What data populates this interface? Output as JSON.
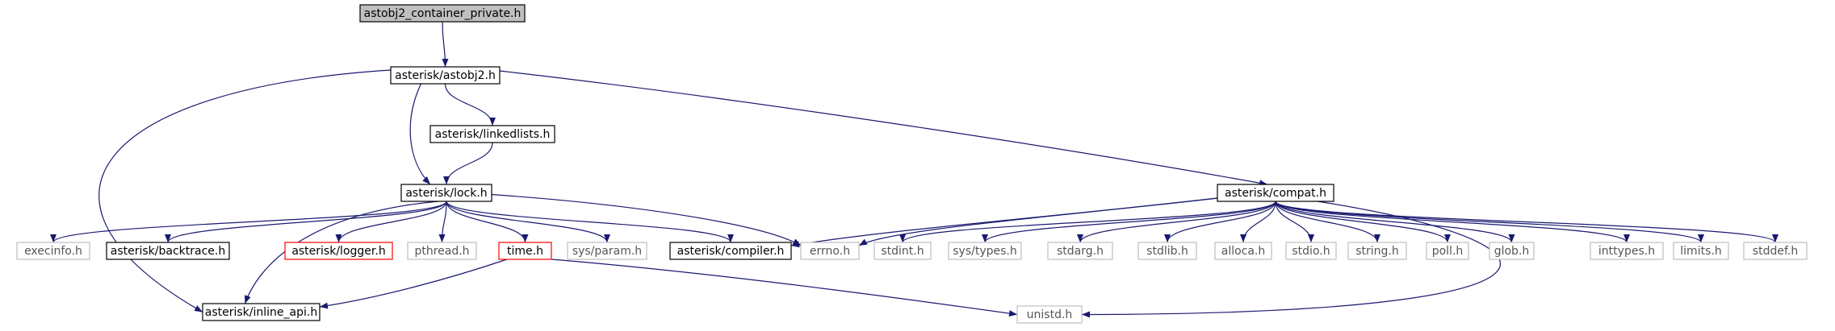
{
  "nodes": [
    {
      "id": "root",
      "label": "astobj2_container_private.h",
      "style": "root"
    },
    {
      "id": "astobj2",
      "label": "asterisk/astobj2.h",
      "style": "doc"
    },
    {
      "id": "linkedlists",
      "label": "asterisk/linkedlists.h",
      "style": "doc"
    },
    {
      "id": "lock",
      "label": "asterisk/lock.h",
      "style": "doc"
    },
    {
      "id": "compat",
      "label": "asterisk/compat.h",
      "style": "doc"
    },
    {
      "id": "execinfo",
      "label": "execinfo.h",
      "style": "system"
    },
    {
      "id": "backtrace",
      "label": "asterisk/backtrace.h",
      "style": "doc"
    },
    {
      "id": "logger",
      "label": "asterisk/logger.h",
      "style": "truncated"
    },
    {
      "id": "pthread",
      "label": "pthread.h",
      "style": "system"
    },
    {
      "id": "time",
      "label": "time.h",
      "style": "truncated"
    },
    {
      "id": "sysparam",
      "label": "sys/param.h",
      "style": "system"
    },
    {
      "id": "compiler",
      "label": "asterisk/compiler.h",
      "style": "doc"
    },
    {
      "id": "errno",
      "label": "errno.h",
      "style": "system"
    },
    {
      "id": "stdint",
      "label": "stdint.h",
      "style": "system"
    },
    {
      "id": "systypes",
      "label": "sys/types.h",
      "style": "system"
    },
    {
      "id": "stdarg",
      "label": "stdarg.h",
      "style": "system"
    },
    {
      "id": "stdlib",
      "label": "stdlib.h",
      "style": "system"
    },
    {
      "id": "alloca",
      "label": "alloca.h",
      "style": "system"
    },
    {
      "id": "stdio",
      "label": "stdio.h",
      "style": "system"
    },
    {
      "id": "string",
      "label": "string.h",
      "style": "system"
    },
    {
      "id": "poll",
      "label": "poll.h",
      "style": "system"
    },
    {
      "id": "glob",
      "label": "glob.h",
      "style": "system"
    },
    {
      "id": "inttypes",
      "label": "inttypes.h",
      "style": "system"
    },
    {
      "id": "limits",
      "label": "limits.h",
      "style": "system"
    },
    {
      "id": "stddef",
      "label": "stddef.h",
      "style": "system"
    },
    {
      "id": "inline_api",
      "label": "asterisk/inline_api.h",
      "style": "doc"
    },
    {
      "id": "unistd",
      "label": "unistd.h",
      "style": "system"
    }
  ],
  "edges": [
    [
      "root",
      "astobj2"
    ],
    [
      "astobj2",
      "linkedlists"
    ],
    [
      "astobj2",
      "lock"
    ],
    [
      "astobj2",
      "compat"
    ],
    [
      "astobj2",
      "inline_api"
    ],
    [
      "linkedlists",
      "lock"
    ],
    [
      "lock",
      "execinfo"
    ],
    [
      "lock",
      "backtrace"
    ],
    [
      "lock",
      "logger"
    ],
    [
      "lock",
      "pthread"
    ],
    [
      "lock",
      "time"
    ],
    [
      "lock",
      "sysparam"
    ],
    [
      "lock",
      "compiler"
    ],
    [
      "lock",
      "errno"
    ],
    [
      "lock",
      "inline_api"
    ],
    [
      "time",
      "inline_api"
    ],
    [
      "time",
      "unistd"
    ],
    [
      "compat",
      "compiler"
    ],
    [
      "compat",
      "errno"
    ],
    [
      "compat",
      "stdint"
    ],
    [
      "compat",
      "systypes"
    ],
    [
      "compat",
      "stdarg"
    ],
    [
      "compat",
      "stdlib"
    ],
    [
      "compat",
      "alloca"
    ],
    [
      "compat",
      "stdio"
    ],
    [
      "compat",
      "string"
    ],
    [
      "compat",
      "poll"
    ],
    [
      "compat",
      "glob"
    ],
    [
      "compat",
      "inttypes"
    ],
    [
      "compat",
      "limits"
    ],
    [
      "compat",
      "stddef"
    ],
    [
      "compat",
      "unistd"
    ]
  ],
  "colors": {
    "root_fill": "#bfbfbf",
    "border": "#000000",
    "system_border": "#bfbfbf",
    "truncated_border": "#ff0000",
    "edge": "#191970"
  }
}
